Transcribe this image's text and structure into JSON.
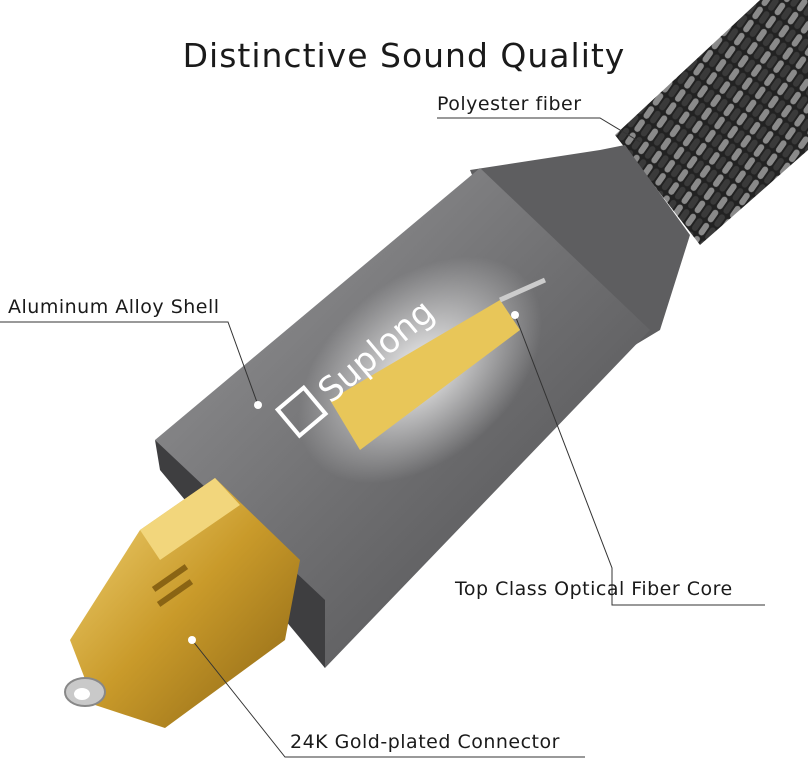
{
  "title": "Distinctive Sound Quality",
  "brand_logo": "Suplong",
  "labels": {
    "fiber": "Polyester fiber",
    "shell": "Aluminum Alloy Shell",
    "core": "Top Class Optical Fiber Core",
    "connector": "24K Gold-plated Connector"
  },
  "colors": {
    "shell": "#6e6e70",
    "gold": "#d8b13e",
    "cable": "#2a2a2a"
  }
}
